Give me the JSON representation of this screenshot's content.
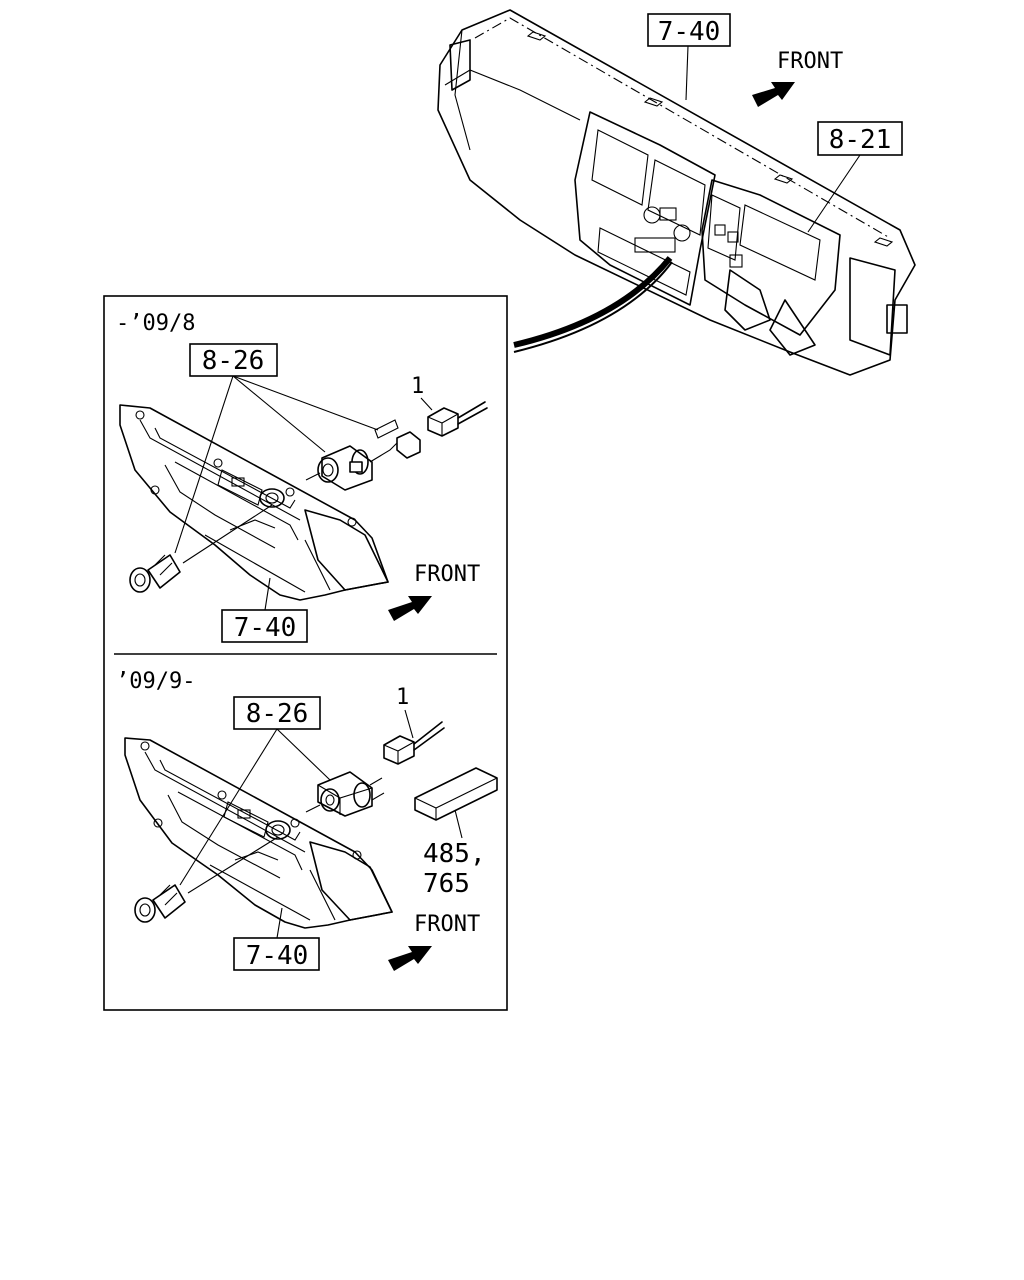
{
  "labels": {
    "top_ref_7_40": "7-40",
    "top_ref_8_21": "8-21",
    "top_front": "FRONT",
    "panel1_range": "-’09/8",
    "panel1_ref_8_26": "8-26",
    "panel1_part_1": "1",
    "panel1_front": "FRONT",
    "panel1_ref_7_40": "7-40",
    "panel2_range": "’09/9-",
    "panel2_ref_8_26": "8-26",
    "panel2_part_1": "1",
    "panel2_part_485": "485,",
    "panel2_part_765": "765",
    "panel2_front": "FRONT",
    "panel2_ref_7_40": "7-40"
  },
  "icons": {
    "front_arrow": "front-arrow-icon",
    "cigarette_lighter": "lighter-icon",
    "socket": "socket-icon",
    "connector": "connector-icon"
  }
}
